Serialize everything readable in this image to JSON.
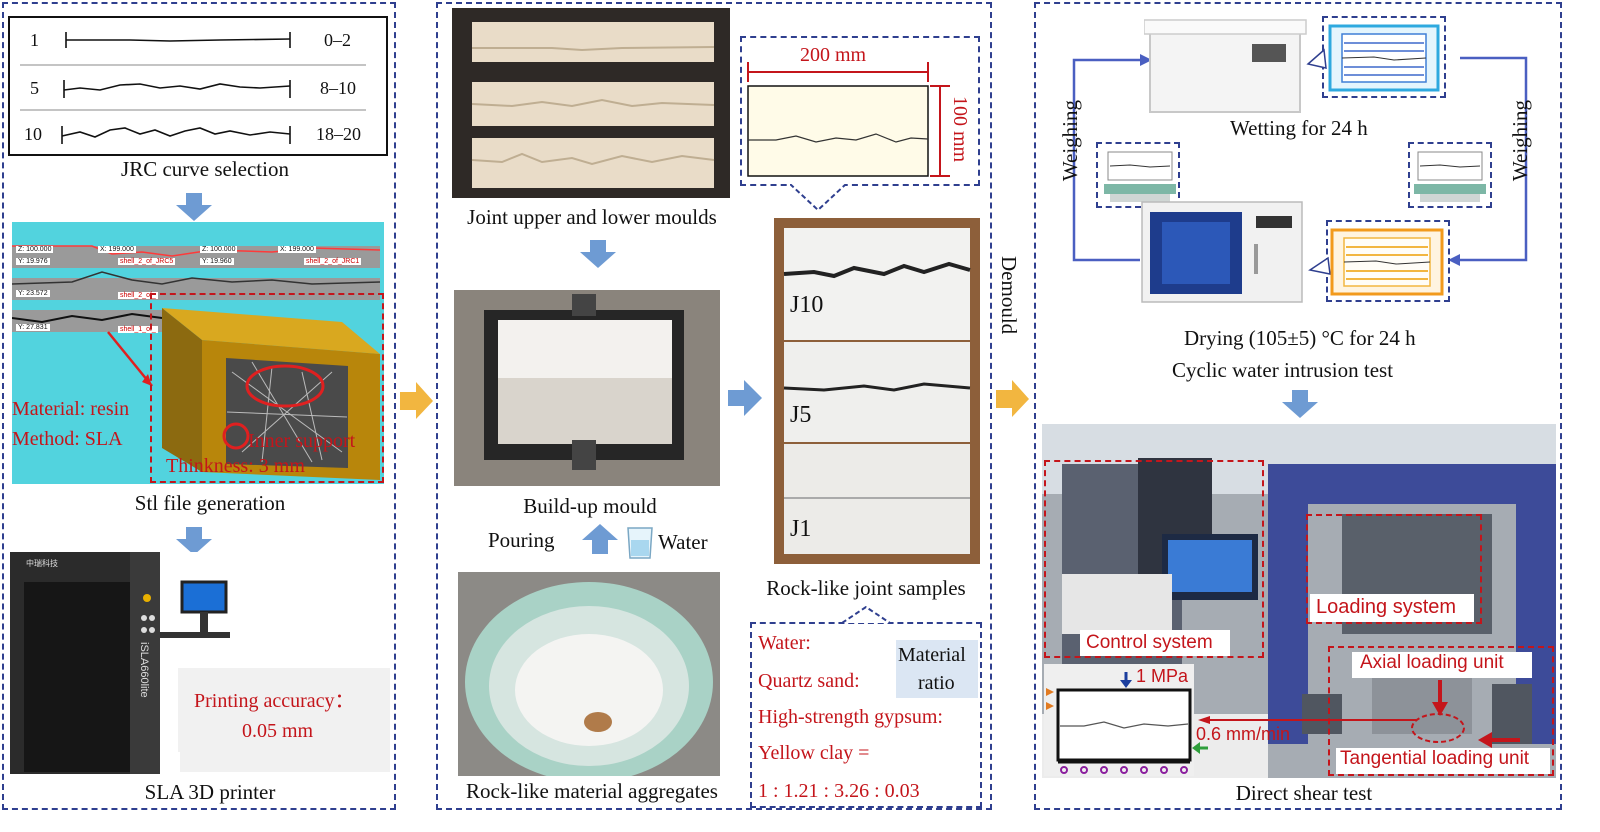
{
  "panel1": {
    "jrc": {
      "rows": [
        {
          "index": "1",
          "range": "0–2"
        },
        {
          "index": "5",
          "range": "8–10"
        },
        {
          "index": "10",
          "range": "18–20"
        }
      ],
      "caption": "JRC curve selection"
    },
    "stl": {
      "material": "Material: resin",
      "method": "Method: SLA",
      "inner_support": "Inner support",
      "thickness": "Thinkness: 3 mm",
      "caption": "Stl file generation",
      "readouts": [
        "Z: 100.000",
        "X: 199.000",
        "Y: 19.976",
        "Y: 23.572",
        "Y: 27.831",
        "Y: 19.960",
        "Z: 100.000",
        "X: 199.000"
      ],
      "shells": [
        "shell_2_of_JRC5",
        "shell_2_of_JRC1",
        "shell_2_of_",
        "shell_1_of_"
      ]
    },
    "printer": {
      "model": "iSLA660lite",
      "brand": "中瑞科技",
      "accuracy_label": "Printing accuracy：",
      "accuracy_value": "0.05 mm",
      "caption": "SLA 3D printer"
    }
  },
  "panel2": {
    "moulds_caption": "Joint upper and lower moulds",
    "dimension_width": "200 mm",
    "dimension_height": "100 mm",
    "buildup_caption": "Build-up mould",
    "pouring": "Pouring",
    "water": "Water",
    "aggregates_caption": "Rock-like material aggregates",
    "samples": [
      "J10",
      "J5",
      "J1"
    ],
    "samples_caption": "Rock-like joint samples",
    "ratio": {
      "lines": [
        "Water:",
        "Quartz sand:",
        "High-strength gypsum:",
        "Yellow clay =",
        "1 : 1.21 : 3.26 : 0.03"
      ],
      "tag": [
        "Material",
        "ratio"
      ]
    }
  },
  "connector": {
    "demould": "Demould"
  },
  "panel3": {
    "wetting": "Wetting for 24 h",
    "weighing_left": "Weighing",
    "weighing_right": "Weighing",
    "drying": "Drying (105±5) °C for 24 h",
    "cyclic": "Cyclic water intrusion test",
    "control_system": "Control system",
    "loading_system": "Loading system",
    "axial_unit": "Axial loading unit",
    "tangential_unit": "Tangential loading unit",
    "pressure": "1 MPa",
    "rate": "0.6 mm/min",
    "caption": "Direct shear test"
  },
  "colors": {
    "panel_border": "#2f3f8f",
    "accent_red": "#c4151b",
    "arrow_blue": "#6e9bd3",
    "arrow_orange": "#f2b640",
    "cyan_bg": "#52d3de"
  }
}
